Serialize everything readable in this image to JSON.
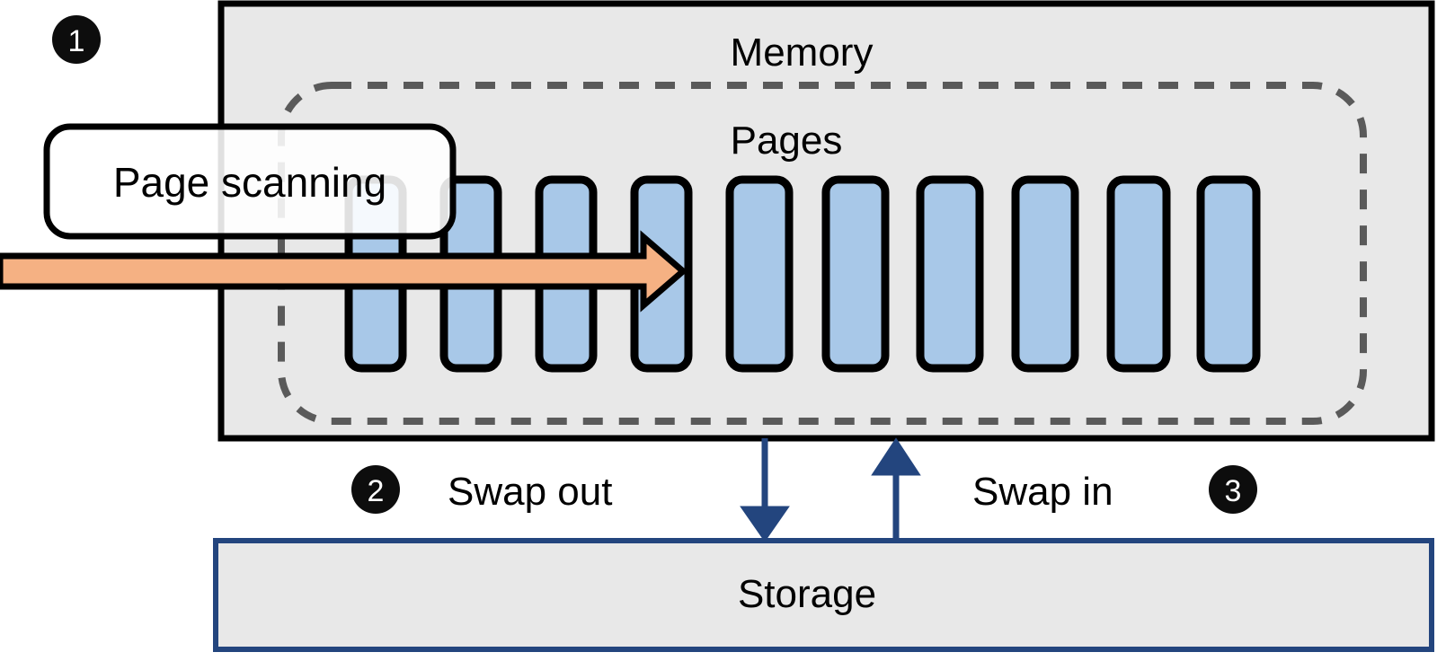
{
  "diagram": {
    "title_memory": "Memory",
    "title_pages": "Pages",
    "title_storage": "Storage",
    "callout_label": "Page scanning",
    "swap_out_label": "Swap out",
    "swap_in_label": "Swap in",
    "markers": [
      {
        "id": "marker-1",
        "text": "1"
      },
      {
        "id": "marker-2",
        "text": "2"
      },
      {
        "id": "marker-3",
        "text": "3"
      }
    ],
    "pages": {
      "count": 10,
      "fill": "#a8c8e8",
      "stroke": "#000000"
    },
    "colors": {
      "memory_fill": "#e8e8e8",
      "memory_stroke": "#000000",
      "storage_fill": "#e8e8e8",
      "storage_stroke": "#23457e",
      "dashed_stroke": "#5a5a5a",
      "scan_arrow_fill": "#f5b183",
      "scan_arrow_stroke": "#000000",
      "swap_arrow_fill": "#23457e",
      "marker_fill": "#0d0d0d",
      "callout_fill": "#ffffff"
    }
  }
}
